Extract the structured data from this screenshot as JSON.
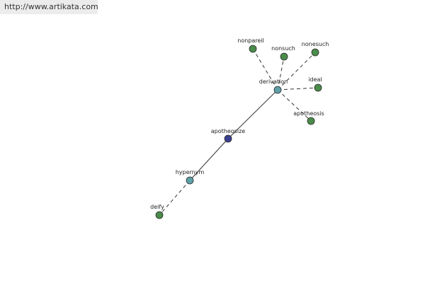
{
  "site_url": "http://www.artikata.com",
  "colors": {
    "central_node": "#3a3f8f",
    "relation_node": "#5fa0a8",
    "leaf_node": "#4a8c4a",
    "url_bar_bg": "#ececec"
  },
  "graph": {
    "central": "apotheosize",
    "nodes": [
      {
        "id": "apotheosize",
        "label": "apotheosize",
        "kind": "central"
      },
      {
        "id": "derivation",
        "label": "derivation",
        "kind": "relation"
      },
      {
        "id": "hypernym",
        "label": "hypernym",
        "kind": "relation"
      },
      {
        "id": "nonpareil",
        "label": "nonpareil",
        "kind": "leaf"
      },
      {
        "id": "nonsuch",
        "label": "nonsuch",
        "kind": "leaf"
      },
      {
        "id": "nonesuch",
        "label": "nonesuch",
        "kind": "leaf"
      },
      {
        "id": "ideal",
        "label": "ideal",
        "kind": "leaf"
      },
      {
        "id": "apotheosis",
        "label": "apotheosis",
        "kind": "leaf"
      },
      {
        "id": "deify",
        "label": "deify",
        "kind": "leaf"
      }
    ],
    "edges": [
      {
        "from": "apotheosize",
        "to": "derivation",
        "style": "solid"
      },
      {
        "from": "apotheosize",
        "to": "hypernym",
        "style": "solid"
      },
      {
        "from": "derivation",
        "to": "nonpareil",
        "style": "dashed"
      },
      {
        "from": "derivation",
        "to": "nonsuch",
        "style": "dashed"
      },
      {
        "from": "derivation",
        "to": "nonesuch",
        "style": "dashed"
      },
      {
        "from": "derivation",
        "to": "ideal",
        "style": "dashed"
      },
      {
        "from": "derivation",
        "to": "apotheosis",
        "style": "dashed"
      },
      {
        "from": "hypernym",
        "to": "deify",
        "style": "dashed"
      }
    ]
  }
}
